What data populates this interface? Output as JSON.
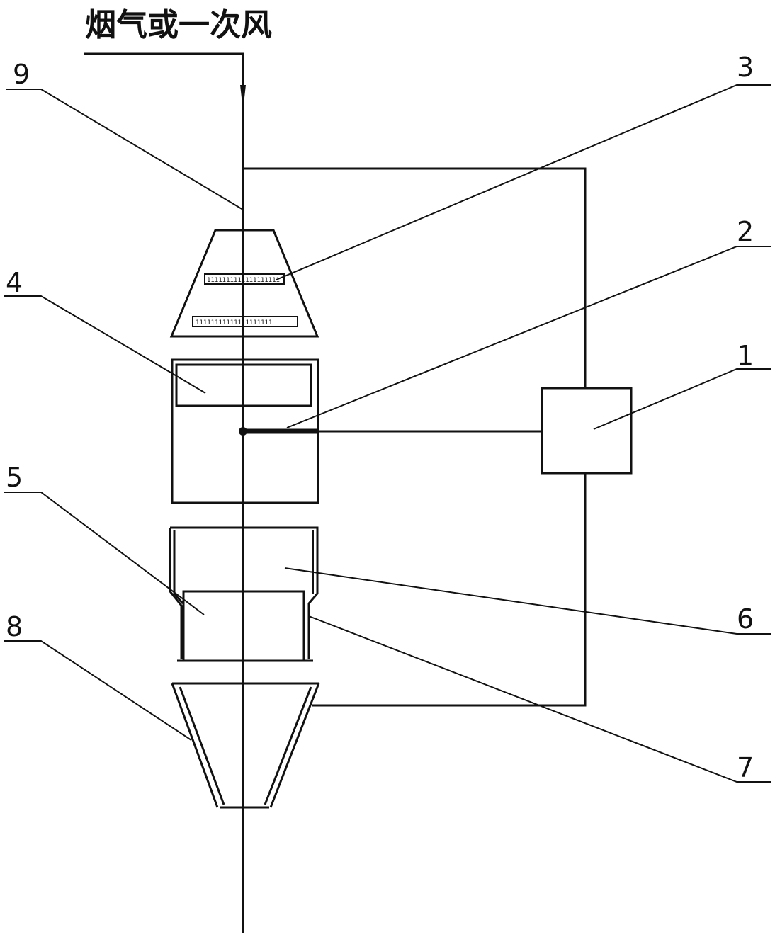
{
  "title": "烟气或一次风",
  "labels": {
    "n1": "1",
    "n2": "2",
    "n3": "3",
    "n4": "4",
    "n5": "5",
    "n6": "6",
    "n7": "7",
    "n8": "8",
    "n9": "9"
  },
  "strips": {
    "upper": "1111111111111111111",
    "lower": "11111111111111111111"
  }
}
